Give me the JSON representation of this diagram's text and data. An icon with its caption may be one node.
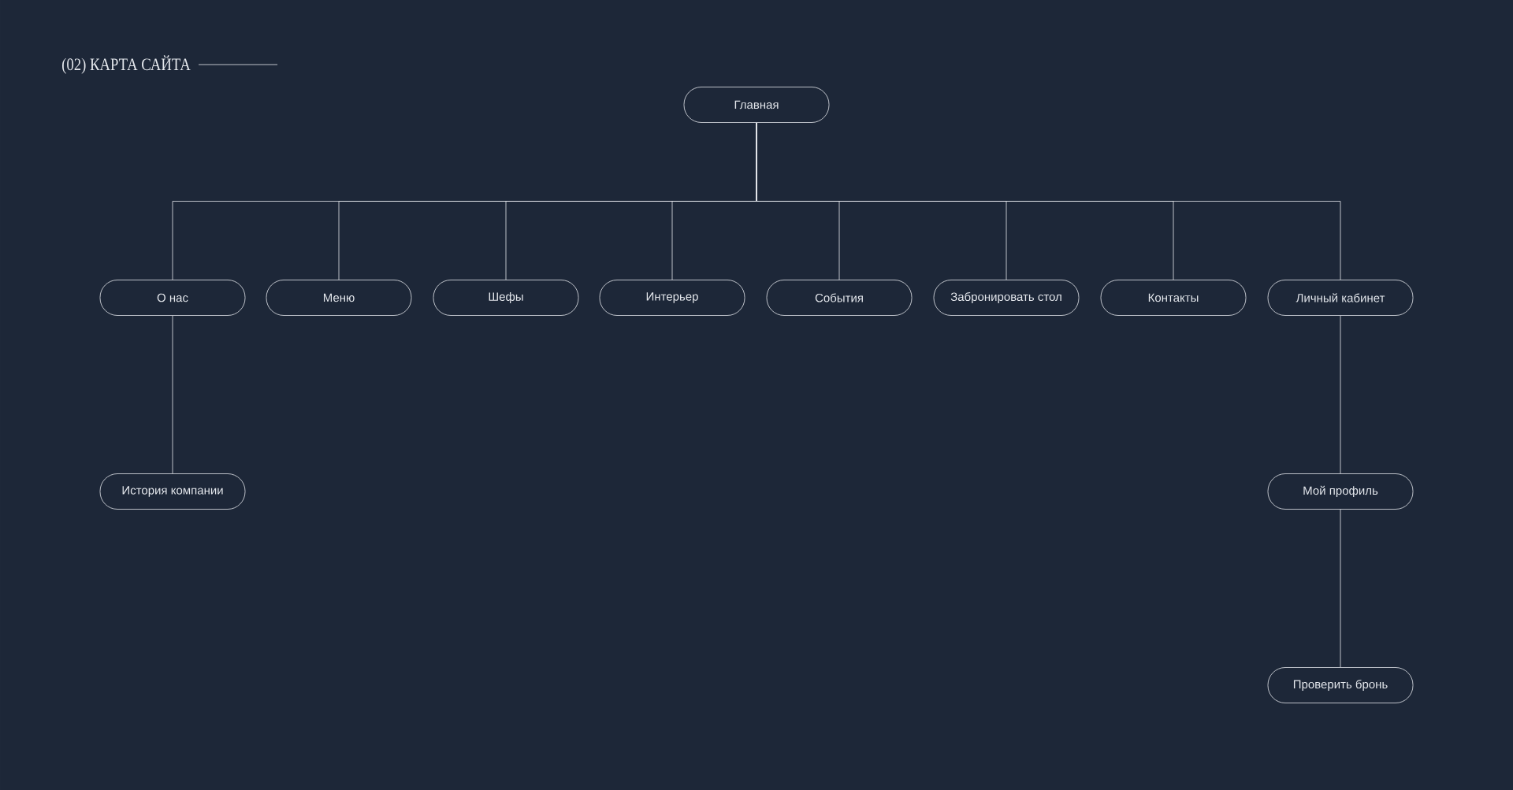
{
  "diagram": {
    "title": "(02) КАРТА САЙТА",
    "nodes": [
      {
        "text": [
          "Главная"
        ]
      },
      {
        "text": [
          "О нас"
        ]
      },
      {
        "text": [
          "Меню"
        ]
      },
      {
        "text": [
          "Шефы"
        ]
      },
      {
        "text": [
          "Интерьер"
        ]
      },
      {
        "text": [
          "События"
        ]
      },
      {
        "text": [
          "Забронировать стол"
        ]
      },
      {
        "text": [
          "Контакты"
        ]
      },
      {
        "text": [
          "Личный кабинет"
        ]
      },
      {
        "text": [
          "История компании"
        ]
      },
      {
        "text": [
          "Мой профиль"
        ]
      },
      {
        "text": [
          "Проверить бронь"
        ]
      }
    ],
    "edges": [
      {
        "from": 0,
        "to": 1,
        "arrow": "none"
      },
      {
        "from": 0,
        "to": 2,
        "arrow": "none"
      },
      {
        "from": 0,
        "to": 3,
        "arrow": "none"
      },
      {
        "from": 0,
        "to": 4,
        "arrow": "none"
      },
      {
        "from": 0,
        "to": 5,
        "arrow": "none"
      },
      {
        "from": 0,
        "to": 6,
        "arrow": "none"
      },
      {
        "from": 0,
        "to": 7,
        "arrow": "none"
      },
      {
        "from": 0,
        "to": 8,
        "arrow": "none"
      },
      {
        "from": 1,
        "to": 9,
        "arrow": "none"
      },
      {
        "from": 8,
        "to": 10,
        "arrow": "none"
      },
      {
        "from": 10,
        "to": 11,
        "arrow": "none"
      }
    ]
  }
}
